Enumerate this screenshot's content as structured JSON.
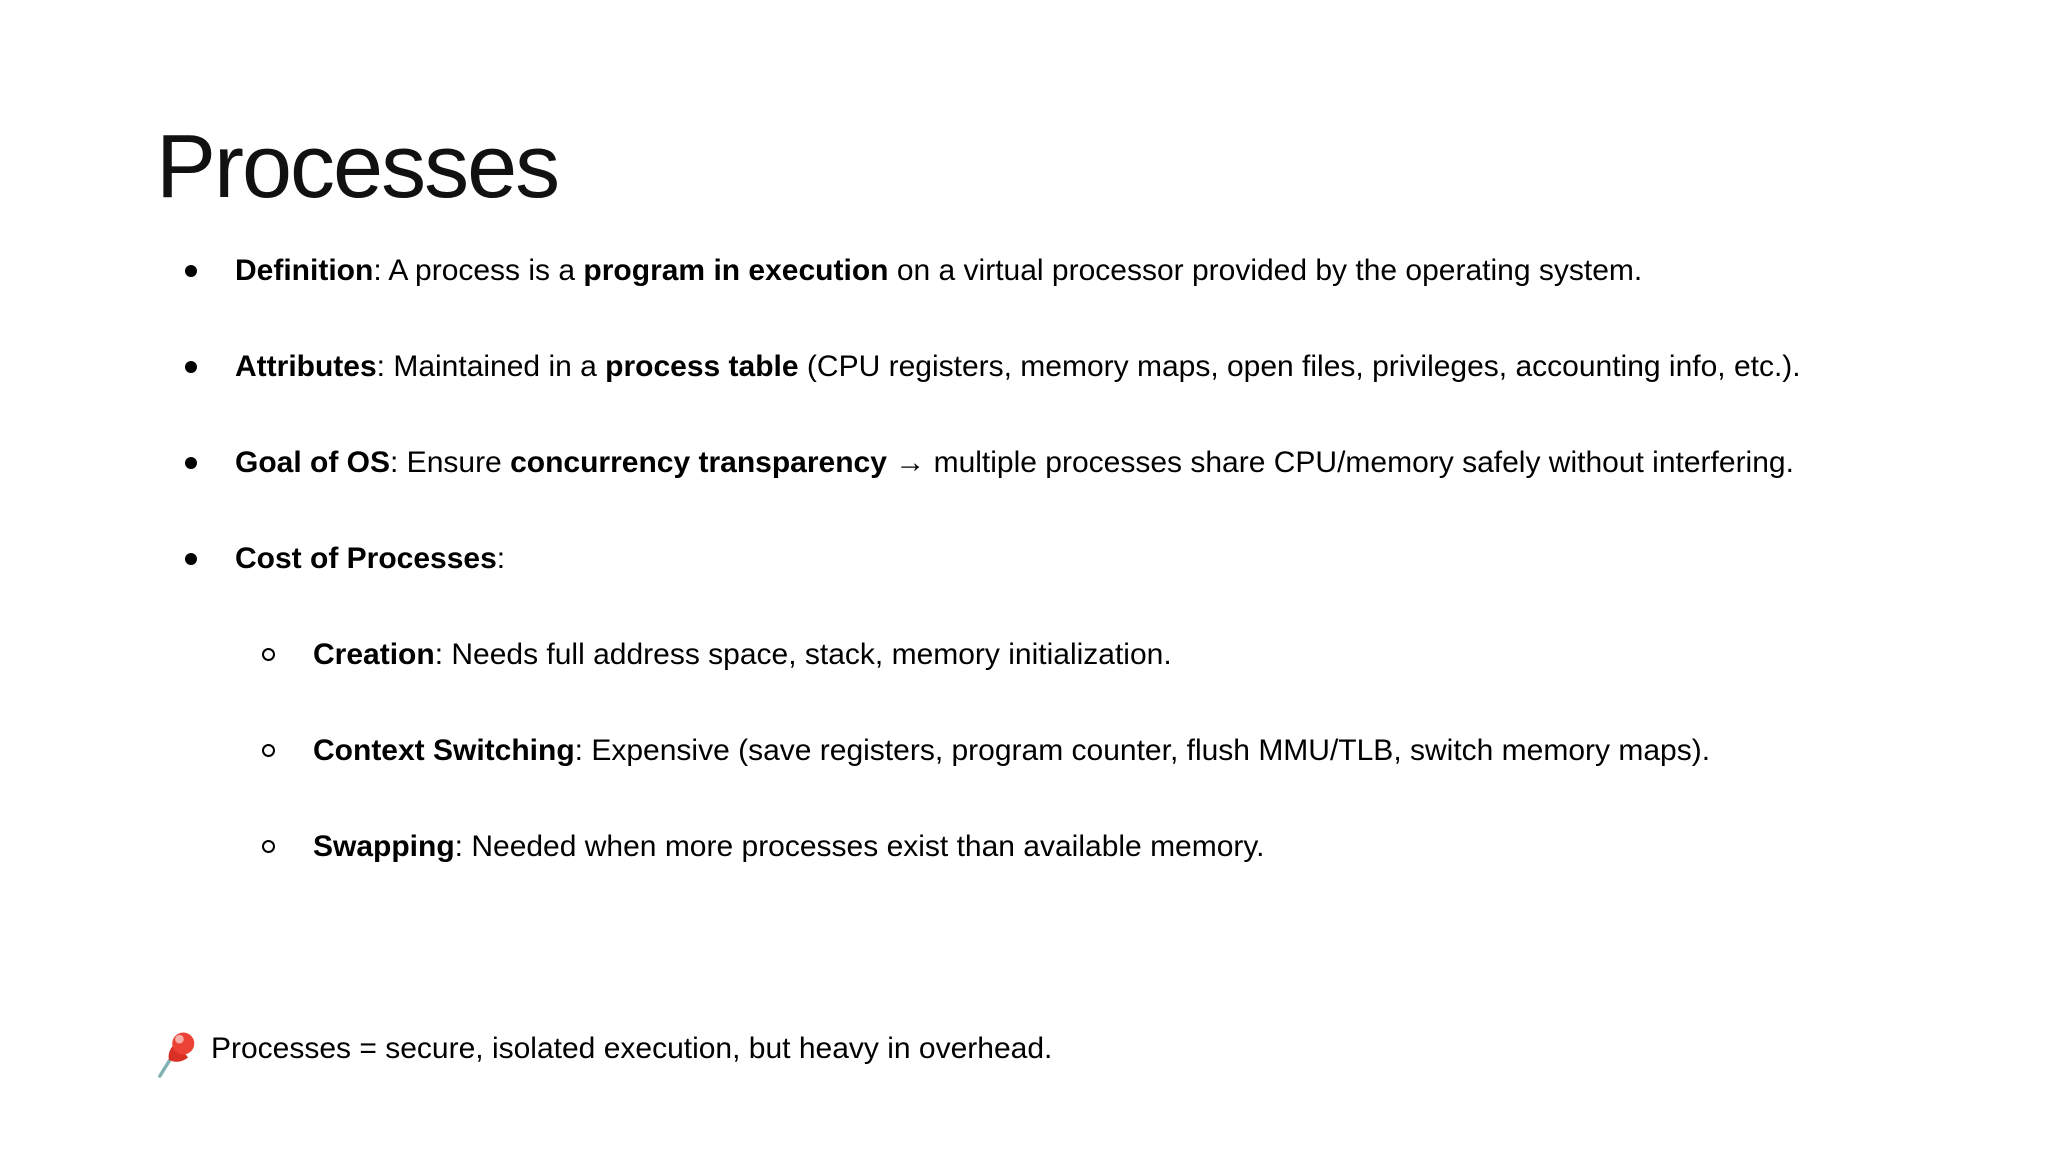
{
  "content": {
    "title": "Processes",
    "bullets": [
      {
        "level": 1,
        "segments": [
          {
            "b": true,
            "t": "Definition"
          },
          {
            "b": false,
            "t": ": A process is a "
          },
          {
            "b": true,
            "t": "program in execution"
          },
          {
            "b": false,
            "t": " on a virtual processor provided by the operating system."
          }
        ]
      },
      {
        "level": 1,
        "segments": [
          {
            "b": true,
            "t": "Attributes"
          },
          {
            "b": false,
            "t": ": Maintained in a "
          },
          {
            "b": true,
            "t": "process table"
          },
          {
            "b": false,
            "t": " (CPU registers, memory maps, open files, privileges, accounting info, etc.)."
          }
        ]
      },
      {
        "level": 1,
        "segments": [
          {
            "b": true,
            "t": "Goal of OS"
          },
          {
            "b": false,
            "t": ": Ensure "
          },
          {
            "b": true,
            "t": "concurrency transparency"
          },
          {
            "b": false,
            "t": " → multiple processes share CPU/memory safely without interfering."
          }
        ]
      },
      {
        "level": 1,
        "segments": [
          {
            "b": true,
            "t": "Cost of Processes"
          },
          {
            "b": false,
            "t": ":"
          }
        ]
      },
      {
        "level": 2,
        "segments": [
          {
            "b": true,
            "t": "Creation"
          },
          {
            "b": false,
            "t": ": Needs full address space, stack, memory initialization."
          }
        ]
      },
      {
        "level": 2,
        "segments": [
          {
            "b": true,
            "t": "Context Switching"
          },
          {
            "b": false,
            "t": ": Expensive (save registers, program counter, flush MMU/TLB, switch memory maps)."
          }
        ]
      },
      {
        "level": 2,
        "segments": [
          {
            "b": true,
            "t": "Swapping"
          },
          {
            "b": false,
            "t": ": Needed when more processes exist than available memory."
          }
        ]
      }
    ],
    "note": {
      "icon": "pushpin-icon",
      "text": "Processes = secure, isolated execution, but heavy in overhead."
    }
  },
  "colors": {
    "background": "#ffffff",
    "text": "#000000",
    "pin_head": "#ea4335",
    "pin_head_dark": "#d93025",
    "pin_highlight": "#f6aea9",
    "pin_needle": "#7fb0b2"
  }
}
